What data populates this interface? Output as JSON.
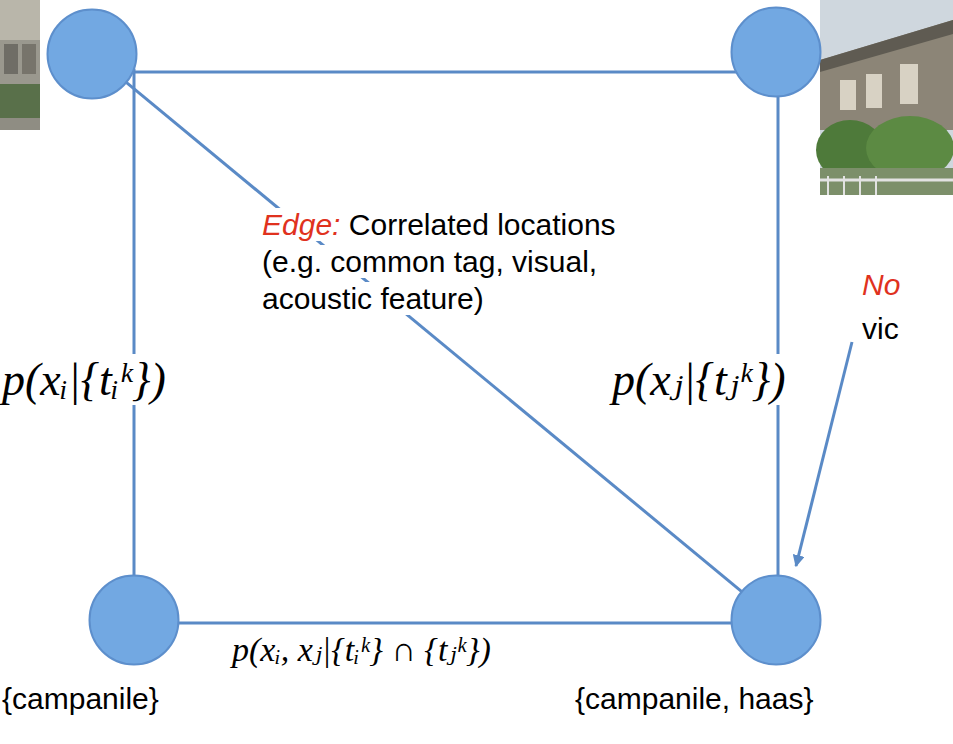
{
  "diagram": {
    "nodes": [
      {
        "text": []
      },
      {
        "text": []
      },
      {
        "text": [
          "{campanile}"
        ]
      },
      {
        "text": [
          "{campanile, haas}"
        ]
      }
    ],
    "edges": [
      {
        "from": 0,
        "to": 1,
        "arrow": "none"
      },
      {
        "from": 0,
        "to": 2,
        "arrow": "none"
      },
      {
        "from": 1,
        "to": 3,
        "arrow": "none"
      },
      {
        "from": 2,
        "to": 3,
        "arrow": "none",
        "label": "p(xᵢ, xⱼ|{tᵢᵏ} ∩ {tⱼᵏ})"
      },
      {
        "from": 0,
        "to": 3,
        "arrow": "none"
      }
    ],
    "labels": [
      "Edge:",
      "Correlated locations (e.g. common tag, visual, acoustic feature)",
      "No",
      "vic",
      "p(xᵢ|{tᵢᵏ})",
      "p(xⱼ|{tⱼᵏ})"
    ]
  }
}
